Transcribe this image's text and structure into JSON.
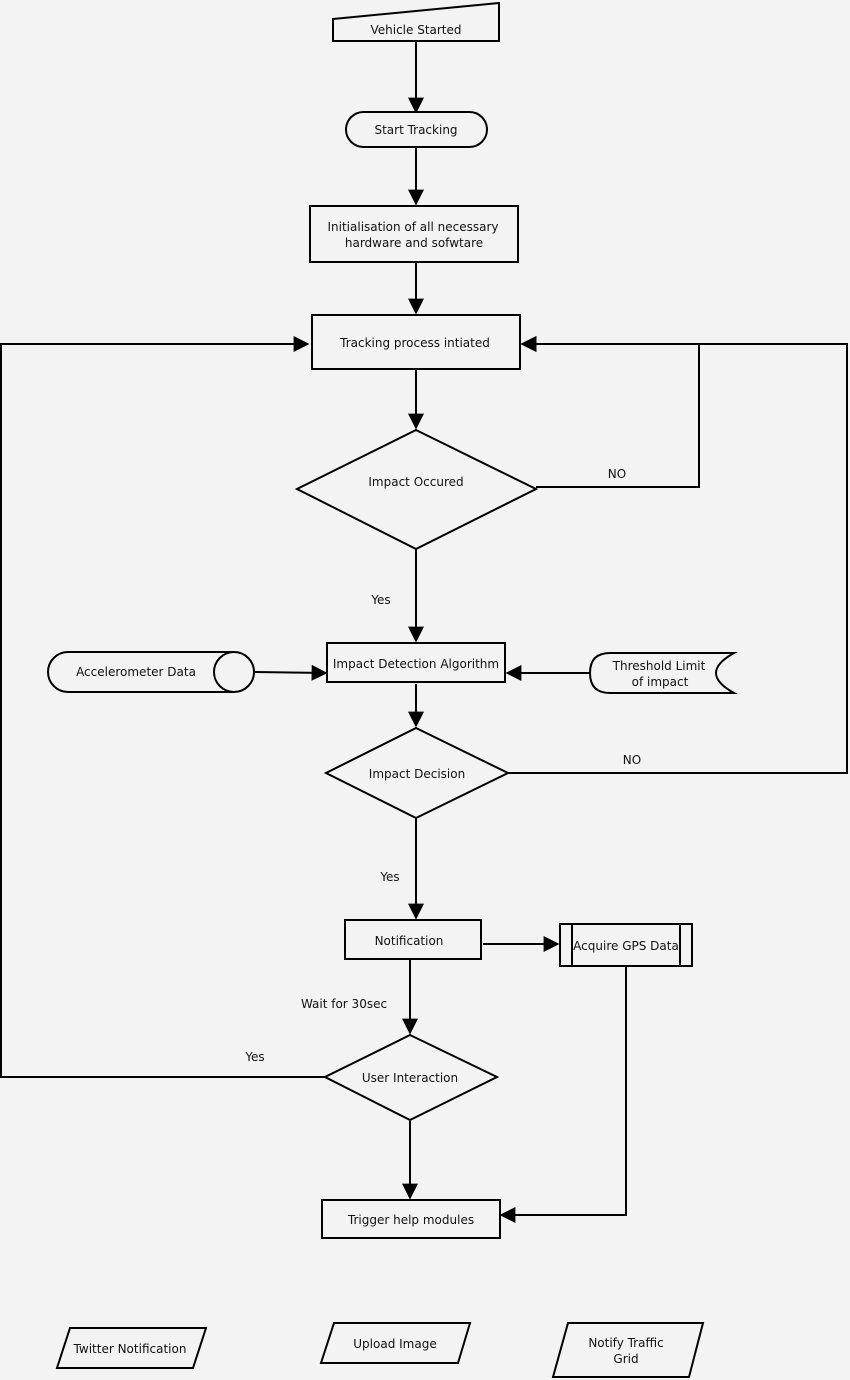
{
  "nodes": {
    "vehicle_started": "Vehicle Started",
    "start_tracking": "Start Tracking",
    "initialisation": [
      "Initialisation of all necessary",
      "hardware and sofwtare"
    ],
    "tracking_process": "Tracking process intiated",
    "impact_occured": "Impact Occured",
    "accelerometer_data": "Accelerometer Data",
    "impact_detection_algorithm": "Impact Detection Algorithm",
    "threshold_limit": [
      "Threshold Limit",
      "of impact"
    ],
    "impact_decision": "Impact Decision",
    "notification": "Notification",
    "acquire_gps_data": "Acquire GPS Data",
    "user_interaction": "User Interaction",
    "trigger_help_modules": "Trigger help modules",
    "twitter_notification": "Twitter Notification",
    "upload_image": "Upload Image",
    "notify_traffic_grid": [
      "Notify Traffic",
      "Grid"
    ]
  },
  "edge_labels": {
    "impact_occured_no": "NO",
    "impact_occured_yes": "Yes",
    "impact_decision_no": "NO",
    "impact_decision_yes": "Yes",
    "wait": "Wait for 30sec",
    "user_interaction_yes": "Yes"
  }
}
